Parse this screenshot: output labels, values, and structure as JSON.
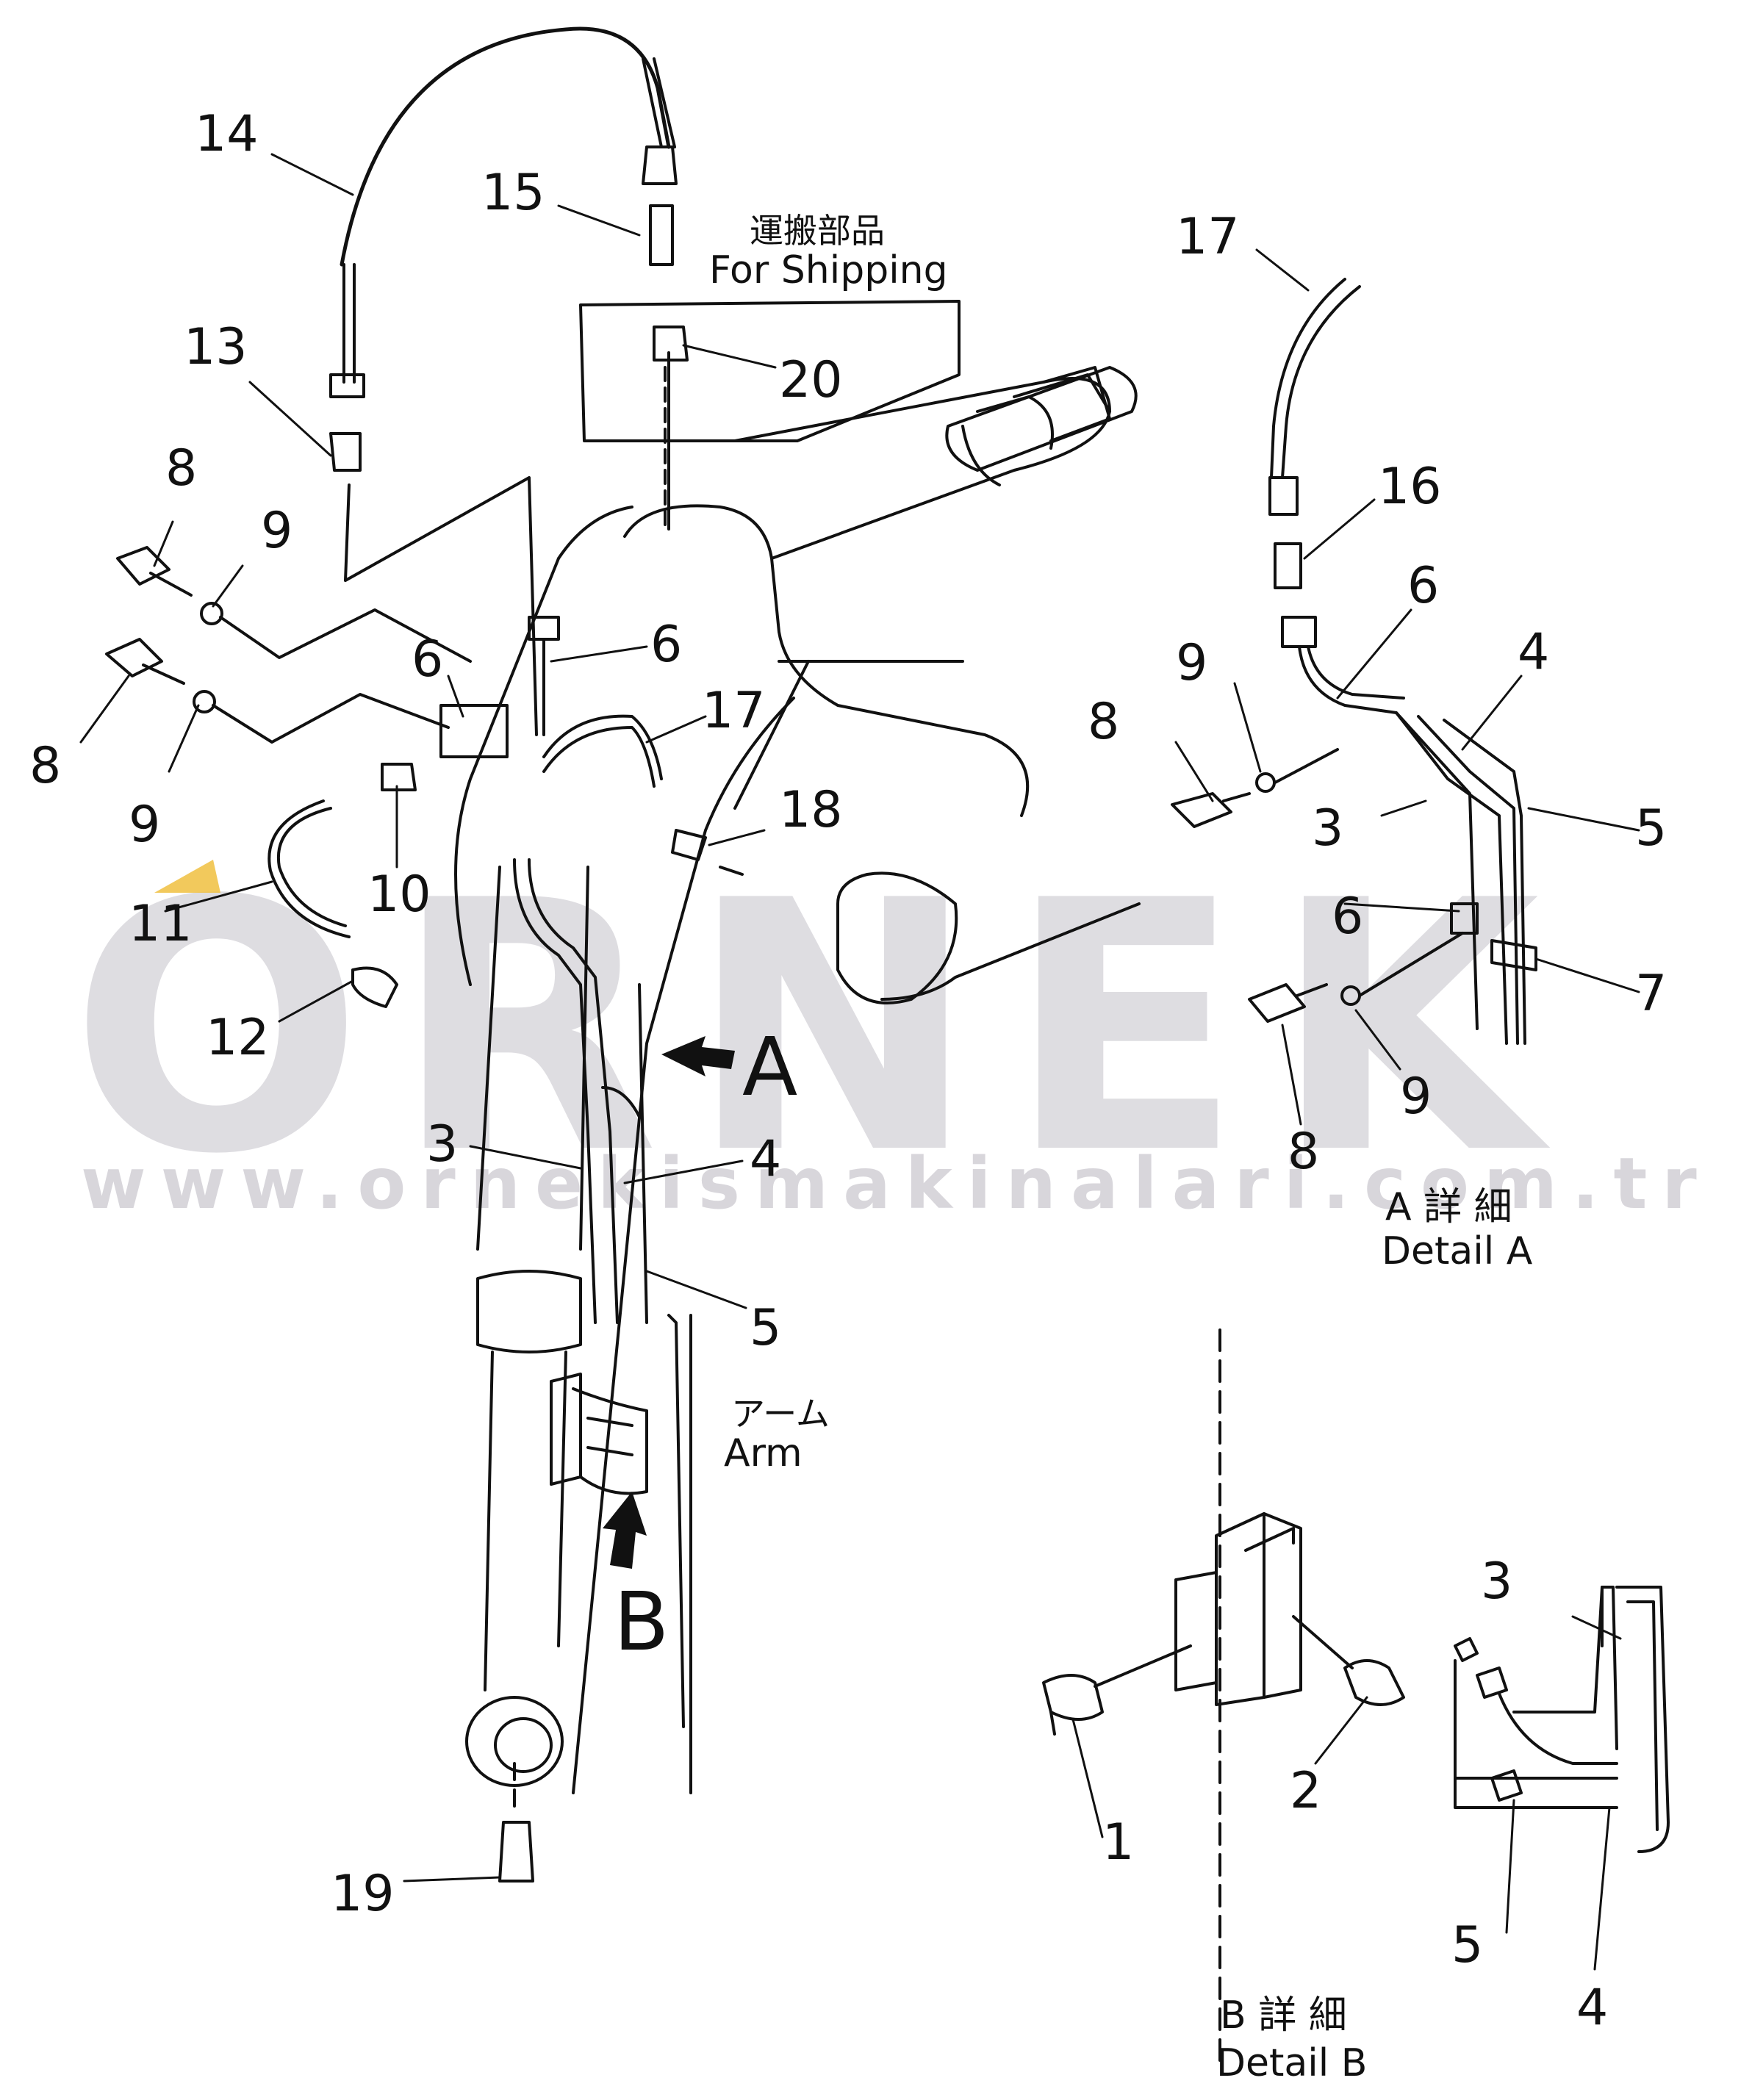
{
  "watermark": {
    "brand": "ORNEK",
    "url": "www.ornekismakinalari.com.tr"
  },
  "captions": {
    "shipping_jp": "運搬部品",
    "shipping_en": "For Shipping",
    "arm_jp": "アーム",
    "arm_en": "Arm",
    "detail_a_jp": "A 詳 細",
    "detail_a_en": "Detail A",
    "detail_b_jp": "B 詳 細",
    "detail_b_en": "Detail B",
    "view_a": "A",
    "view_b": "B"
  },
  "callouts": {
    "main": [
      "14",
      "15",
      "13",
      "20",
      "8",
      "9",
      "8",
      "9",
      "6",
      "6",
      "17",
      "18",
      "11",
      "10",
      "12",
      "3",
      "4",
      "5",
      "19"
    ],
    "detail_a": [
      "17",
      "16",
      "6",
      "9",
      "8",
      "4",
      "3",
      "5",
      "6",
      "7",
      "9",
      "8"
    ],
    "detail_b": [
      "3",
      "1",
      "2",
      "5",
      "4"
    ]
  },
  "colors": {
    "line": "#111111",
    "watermark": "#d4d2d8",
    "accent": "#f0c040"
  }
}
